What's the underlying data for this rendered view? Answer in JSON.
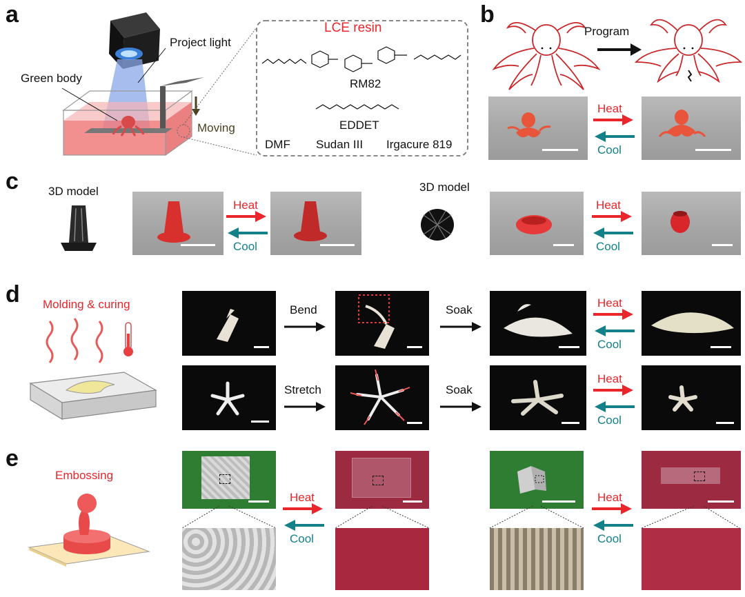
{
  "panels": {
    "a": {
      "letter": "a",
      "project_light": "Project light",
      "green_body": "Green body",
      "moving": "Moving",
      "lce_resin": "LCE resin",
      "rm82": "RM82",
      "eddet": "EDDET",
      "dmf": "DMF",
      "sudan": "Sudan III",
      "irgacure": "Irgacure 819"
    },
    "b": {
      "letter": "b",
      "program": "Program",
      "heat": "Heat",
      "cool": "Cool"
    },
    "c": {
      "letter": "c",
      "model1": "3D model",
      "model2": "3D model",
      "heat1": "Heat",
      "cool1": "Cool",
      "heat2": "Heat",
      "cool2": "Cool"
    },
    "d": {
      "letter": "d",
      "molding": "Molding & curing",
      "bend": "Bend",
      "soak1": "Soak",
      "stretch": "Stretch",
      "soak2": "Soak",
      "heat1": "Heat",
      "cool1": "Cool",
      "heat2": "Heat",
      "cool2": "Cool"
    },
    "e": {
      "letter": "e",
      "embossing": "Embossing",
      "heat1": "Heat",
      "cool1": "Cool",
      "heat2": "Heat",
      "cool2": "Cool"
    }
  },
  "colors": {
    "heat": "#e8262b",
    "cool": "#14808a"
  }
}
